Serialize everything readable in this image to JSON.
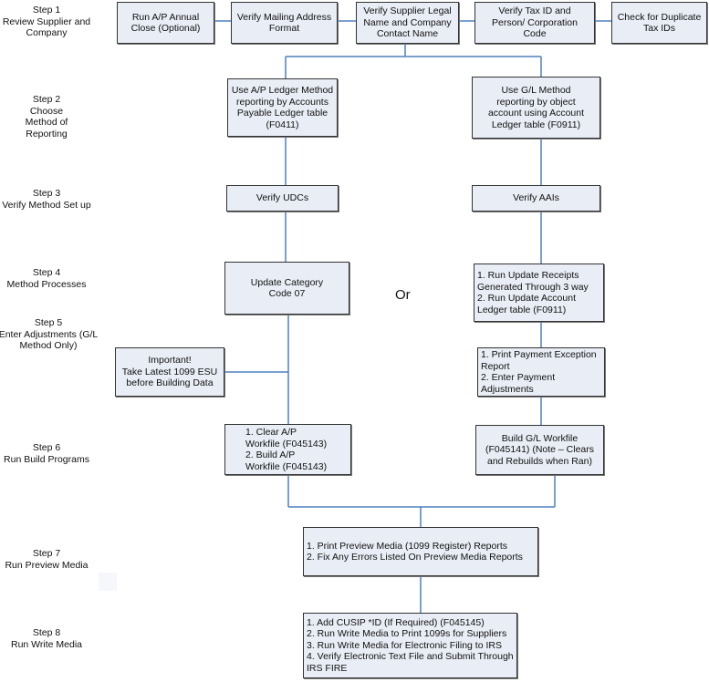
{
  "colors": {
    "connector": "#4f81bd",
    "box_fill": "#e9edf5",
    "box_border": "#333333"
  },
  "steps": [
    {
      "number": "Step 1",
      "label": "Review Supplier and Company"
    },
    {
      "number": "Step 2",
      "label": "Choose Method of Reporting"
    },
    {
      "number": "Step 3",
      "label": "Verify Method Set up"
    },
    {
      "number": "Step 4",
      "label": "Method Processes"
    },
    {
      "number": "Step 5",
      "label": "Enter Adjustments (G/L Method Only)"
    },
    {
      "number": "Step 6",
      "label": "Run Build Programs"
    },
    {
      "number": "Step 7",
      "label": "Run Preview Media"
    },
    {
      "number": "Step 8",
      "label": "Run Write Media"
    }
  ],
  "step1": [
    "Run A/P Annual Close (Optional)",
    "Verify Mailing Address Format",
    "Verify Supplier Legal Name and Company Contact Name",
    "Verify Tax ID and Person/ Corporation Code",
    "Check for Duplicate Tax IDs"
  ],
  "ap_method": {
    "choose": "Use A/P Ledger Method reporting by Accounts Payable Ledger table (F0411)",
    "verify": "Verify UDCs",
    "process": "Update Category Code 07",
    "adjust": "Important!\nTake Latest 1099 ESU before Building Data",
    "build": "1. Clear A/P\nWorkfile (F045143)\n2. Build A/P\nWorkfile (F045143)"
  },
  "gl_method": {
    "choose": "Use G/L Method reporting by object account using Account Ledger table (F0911)",
    "verify": "Verify AAIs",
    "process": "1. Run Update Receipts Generated Through 3 way\n2. Run Update Account Ledger table (F0911)",
    "adjust": "1. Print Payment Exception Report\n2. Enter Payment Adjustments",
    "build": "Build G/L Workfile (F045141) (Note – Clears and Rebuilds when Ran)"
  },
  "or_label": "Or",
  "preview": "1. Print Preview Media (1099 Register) Reports\n2. Fix Any Errors Listed On Preview Media Reports",
  "write": "1. Add CUSIP *ID (If Required) (F045145)\n2. Run Write Media to Print 1099s for Suppliers\n3. Run Write Media for Electronic Filing to IRS\n4. Verify Electronic Text File and Submit Through IRS FIRE"
}
